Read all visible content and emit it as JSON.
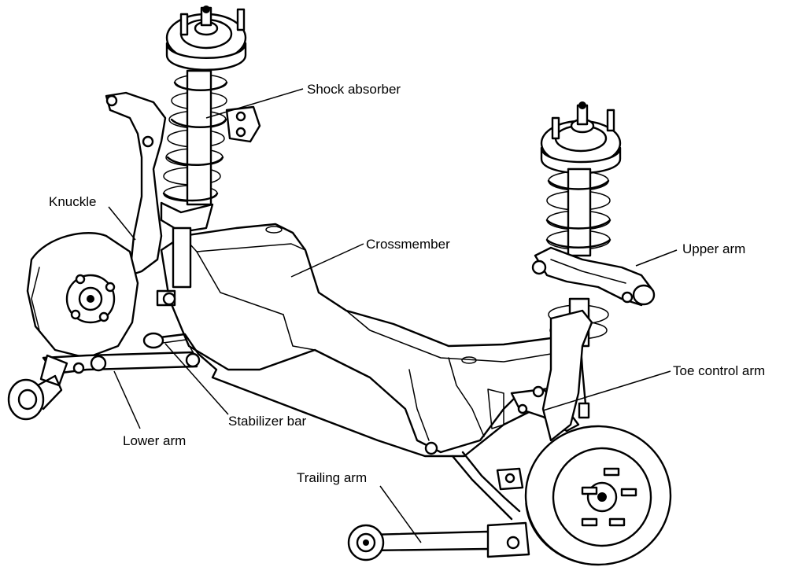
{
  "labels": {
    "shock_absorber": "Shock absorber",
    "knuckle": "Knuckle",
    "crossmember": "Crossmember",
    "upper_arm": "Upper arm",
    "toe_control_arm": "Toe control arm",
    "stabilizer_bar": "Stabilizer bar",
    "lower_arm": "Lower arm",
    "trailing_arm": "Trailing arm"
  }
}
